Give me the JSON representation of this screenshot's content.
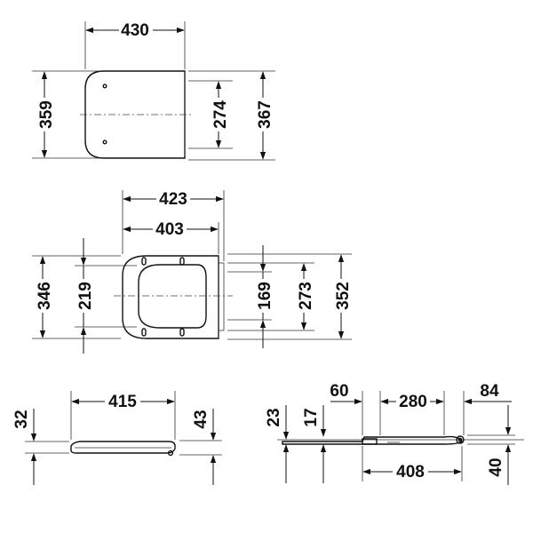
{
  "dimensions": {
    "top_width": "430",
    "top_height_left": "359",
    "top_height_inner": "274",
    "top_height_right": "367",
    "mid_width_outer": "423",
    "mid_width_inner": "403",
    "mid_height_left": "346",
    "mid_height_inner_left": "219",
    "mid_height_inner_right": "169",
    "mid_height_273": "273",
    "mid_height_right": "352",
    "side_width": "415",
    "side_left_height": "32",
    "side_right_height": "43",
    "hinge_60": "60",
    "hinge_280": "280",
    "hinge_84": "84",
    "hinge_23": "23",
    "hinge_17": "17",
    "hinge_408": "408",
    "hinge_40": "40"
  }
}
